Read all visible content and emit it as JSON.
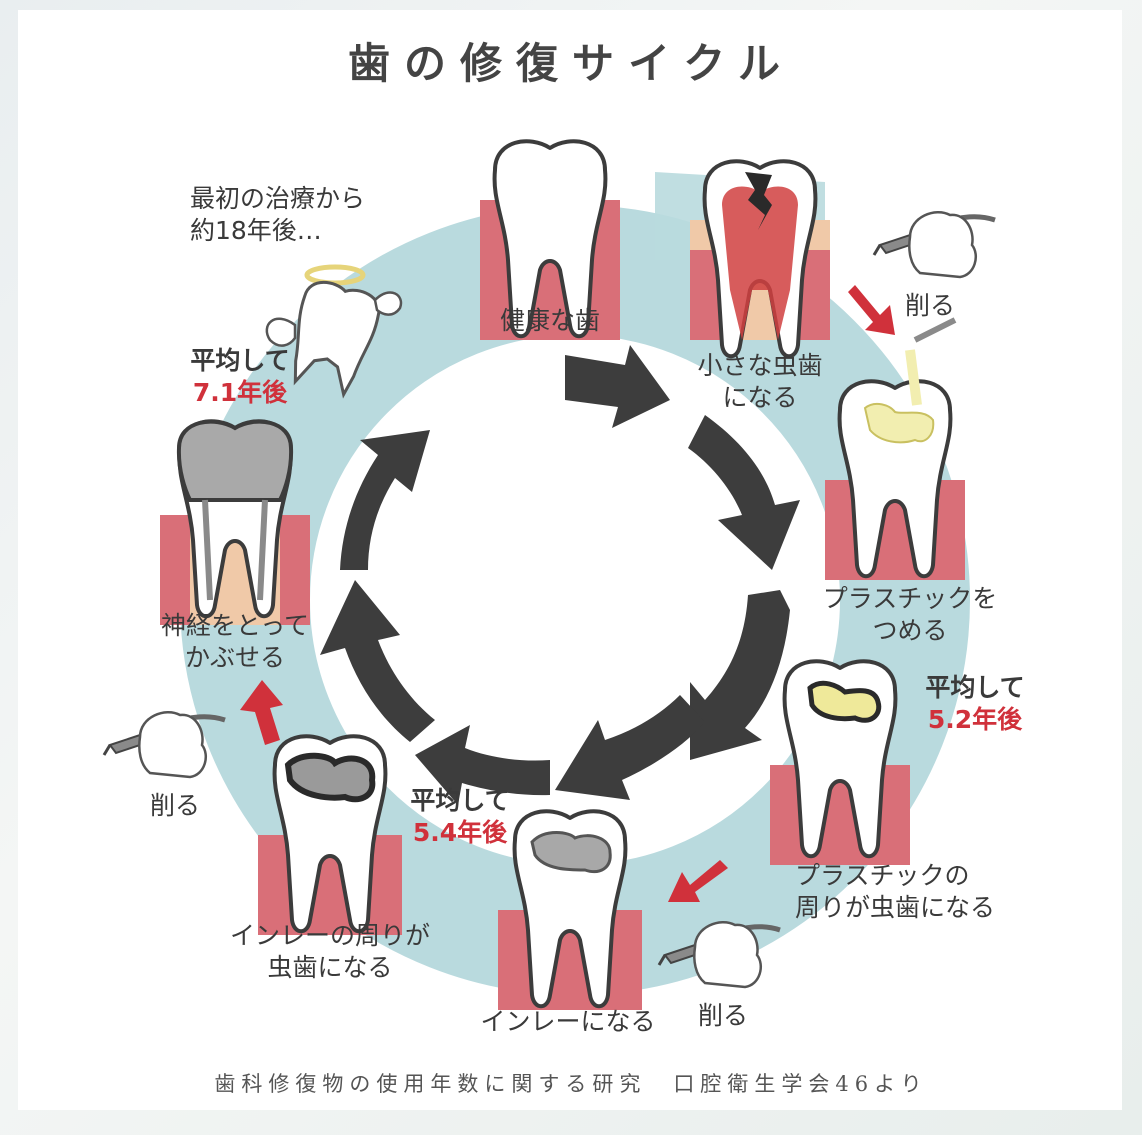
{
  "title": "歯の修復サイクル",
  "source": "歯科修復物の使用年数に関する研究　口腔衛生学会46より",
  "stages": {
    "healthy": "健康な歯",
    "small_cavity": [
      "小さな虫歯",
      "になる"
    ],
    "plastic_fill": [
      "プラスチックを",
      "つめる"
    ],
    "plastic_decay": [
      "プラスチックの",
      "周りが虫歯になる"
    ],
    "inlay": "インレーになる",
    "inlay_decay": [
      "インレーの周りが",
      "虫歯になる"
    ],
    "crown": [
      "神経をとって",
      "かぶせる"
    ]
  },
  "durations": {
    "plastic": [
      "平均して",
      "5.2年後"
    ],
    "inlay": [
      "平均して",
      "5.4年後"
    ],
    "crown": [
      "平均して",
      "7.1年後"
    ]
  },
  "drill_label": "削る",
  "end_note": [
    "最初の治療から",
    "約18年後…"
  ],
  "colors": {
    "ring": "#b9dade",
    "gum": "#d96f78",
    "arrow": "#3d3d3d",
    "red_arrow": "#d0313b",
    "accent_text": "#d0313b"
  },
  "icons": [
    "tooth-icon",
    "drill-hand-icon",
    "angel-tooth-icon",
    "red-arrow-icon",
    "cycle-arrow-icon"
  ]
}
